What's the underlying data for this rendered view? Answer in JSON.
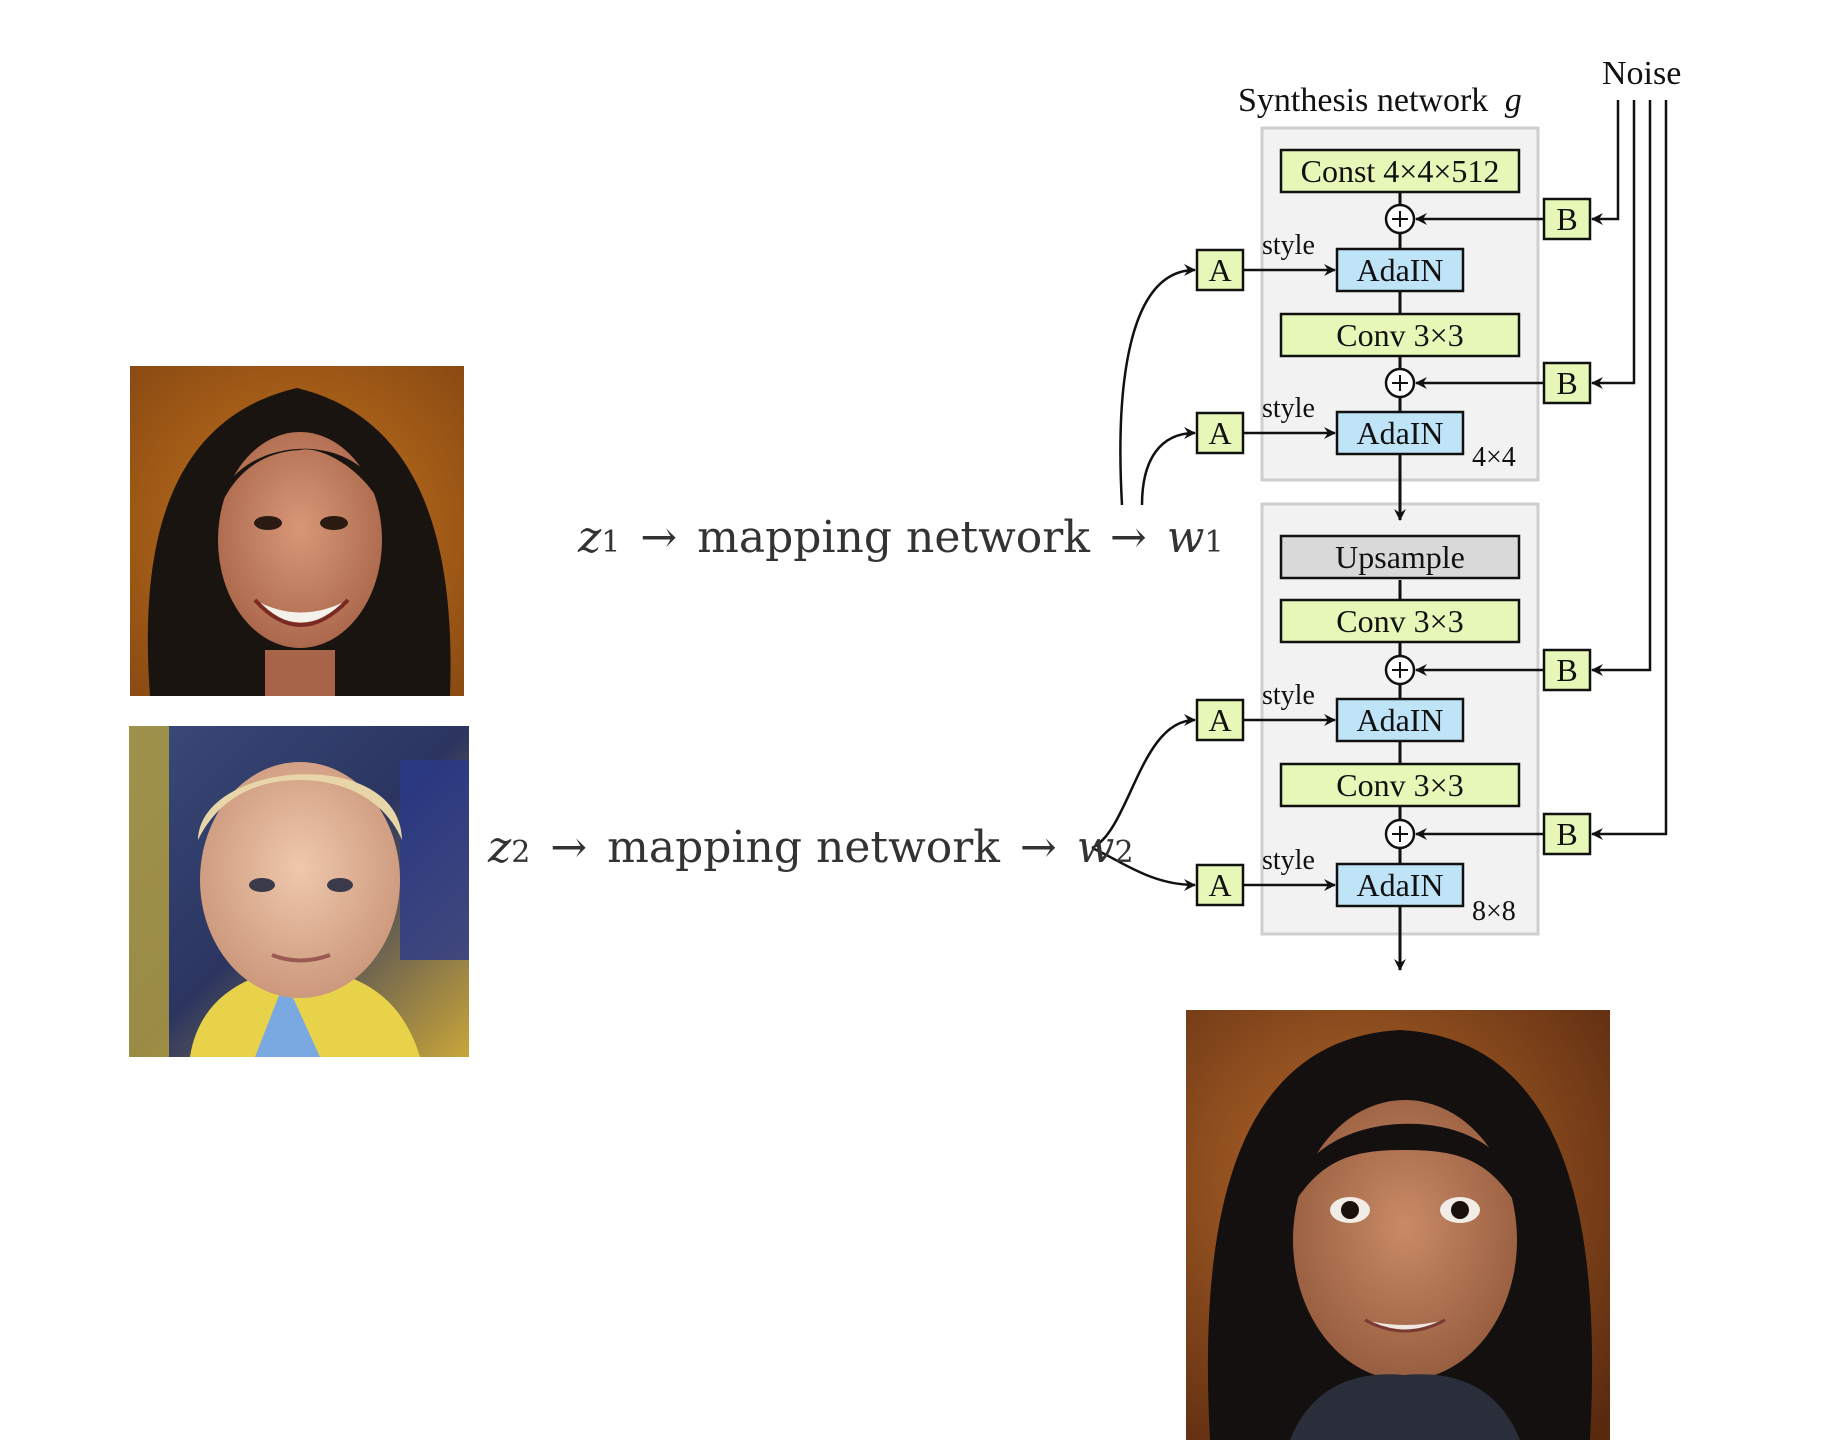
{
  "diagram": {
    "synthesis_title": "Synthesis network",
    "synthesis_symbol": "g",
    "noise_label": "Noise",
    "style_label": "style",
    "const_label": "Const 4×4×512",
    "conv_label": "Conv 3×3",
    "adain_label": "AdaIN",
    "upsample_label": "Upsample",
    "a_label": "A",
    "b_label": "B",
    "res_4x4": "4×4",
    "res_8x8": "8×8",
    "plus_symbol": "+",
    "mapping": {
      "row1": {
        "z": "z",
        "z_sub": "1",
        "arrow": "→",
        "text": "mapping network",
        "w": "w",
        "w_sub": "1"
      },
      "row2": {
        "z": "z",
        "z_sub": "2",
        "arrow": "→",
        "text": "mapping network",
        "w": "w",
        "w_sub": "2"
      }
    }
  },
  "images": {
    "input_face_1": "woman-smiling-portrait",
    "input_face_2": "blond-boy-portrait",
    "output_face": "mixed-style-girl-portrait"
  },
  "colors": {
    "green_box": "#e6f7b8",
    "blue_box": "#bfe3f7",
    "gray_box": "#d9d9d9",
    "panel": "#f2f2f2"
  }
}
